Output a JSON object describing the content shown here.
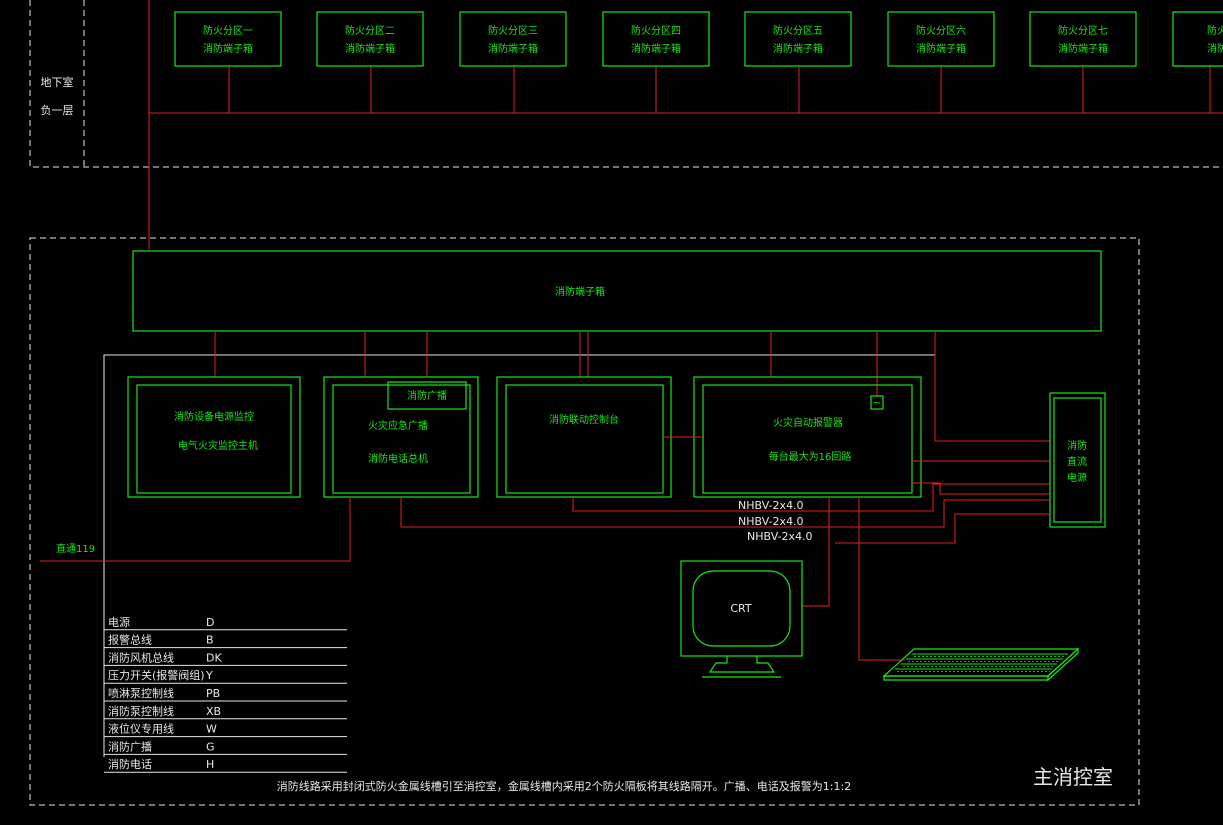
{
  "basement_label": [
    "地下室",
    "负一层"
  ],
  "fire_zones": [
    {
      "title": "防火分区一",
      "sub": "消防端子箱"
    },
    {
      "title": "防火分区二",
      "sub": "消防端子箱"
    },
    {
      "title": "防火分区三",
      "sub": "消防端子箱"
    },
    {
      "title": "防火分区四",
      "sub": "消防端子箱"
    },
    {
      "title": "防火分区五",
      "sub": "消防端子箱"
    },
    {
      "title": "防火分区六",
      "sub": "消防端子箱"
    },
    {
      "title": "防火分区七",
      "sub": "消防端子箱"
    },
    {
      "title": "防火",
      "sub": "消防"
    }
  ],
  "main_terminal_box": "消防端子箱",
  "equipment": {
    "power_monitor": [
      "消防设备电源监控",
      "电气火灾监控主机"
    ],
    "broadcast": {
      "badge": "消防广播",
      "lines": [
        "火灾应急广播",
        "消防电话总机"
      ]
    },
    "linkage": "消防联动控制台",
    "alarm": [
      "火灾自动报警器",
      "每台最大为16回路"
    ],
    "dc_power": [
      "消防",
      "直流",
      "电源"
    ]
  },
  "cables": [
    "NHBV-2x4.0",
    "NHBV-2x4.0",
    "NHBV-2x4.0"
  ],
  "direct_line": "直通119",
  "crt": "CRT",
  "legend": [
    {
      "name": "电源",
      "code": "D"
    },
    {
      "name": "报警总线",
      "code": "B"
    },
    {
      "name": "消防风机总线",
      "code": "DK"
    },
    {
      "name": "压力开关(报警阀组)",
      "code": "Y"
    },
    {
      "name": "喷淋泵控制线",
      "code": "PB"
    },
    {
      "name": "消防泵控制线",
      "code": "XB"
    },
    {
      "name": "液位仪专用线",
      "code": "W"
    },
    {
      "name": "消防广播",
      "code": "G"
    },
    {
      "name": "消防电话",
      "code": "H"
    }
  ],
  "note": "消防线路采用封闭式防火金属线槽引至消控室，金属线槽内采用2个防火隔板将其线路隔开。广播、电话及报警为1:1:2",
  "room_title": "主消控室",
  "colors": {
    "green": "#19e619",
    "red": "#e02020",
    "white": "#e8e8e8",
    "background": "#000000"
  }
}
